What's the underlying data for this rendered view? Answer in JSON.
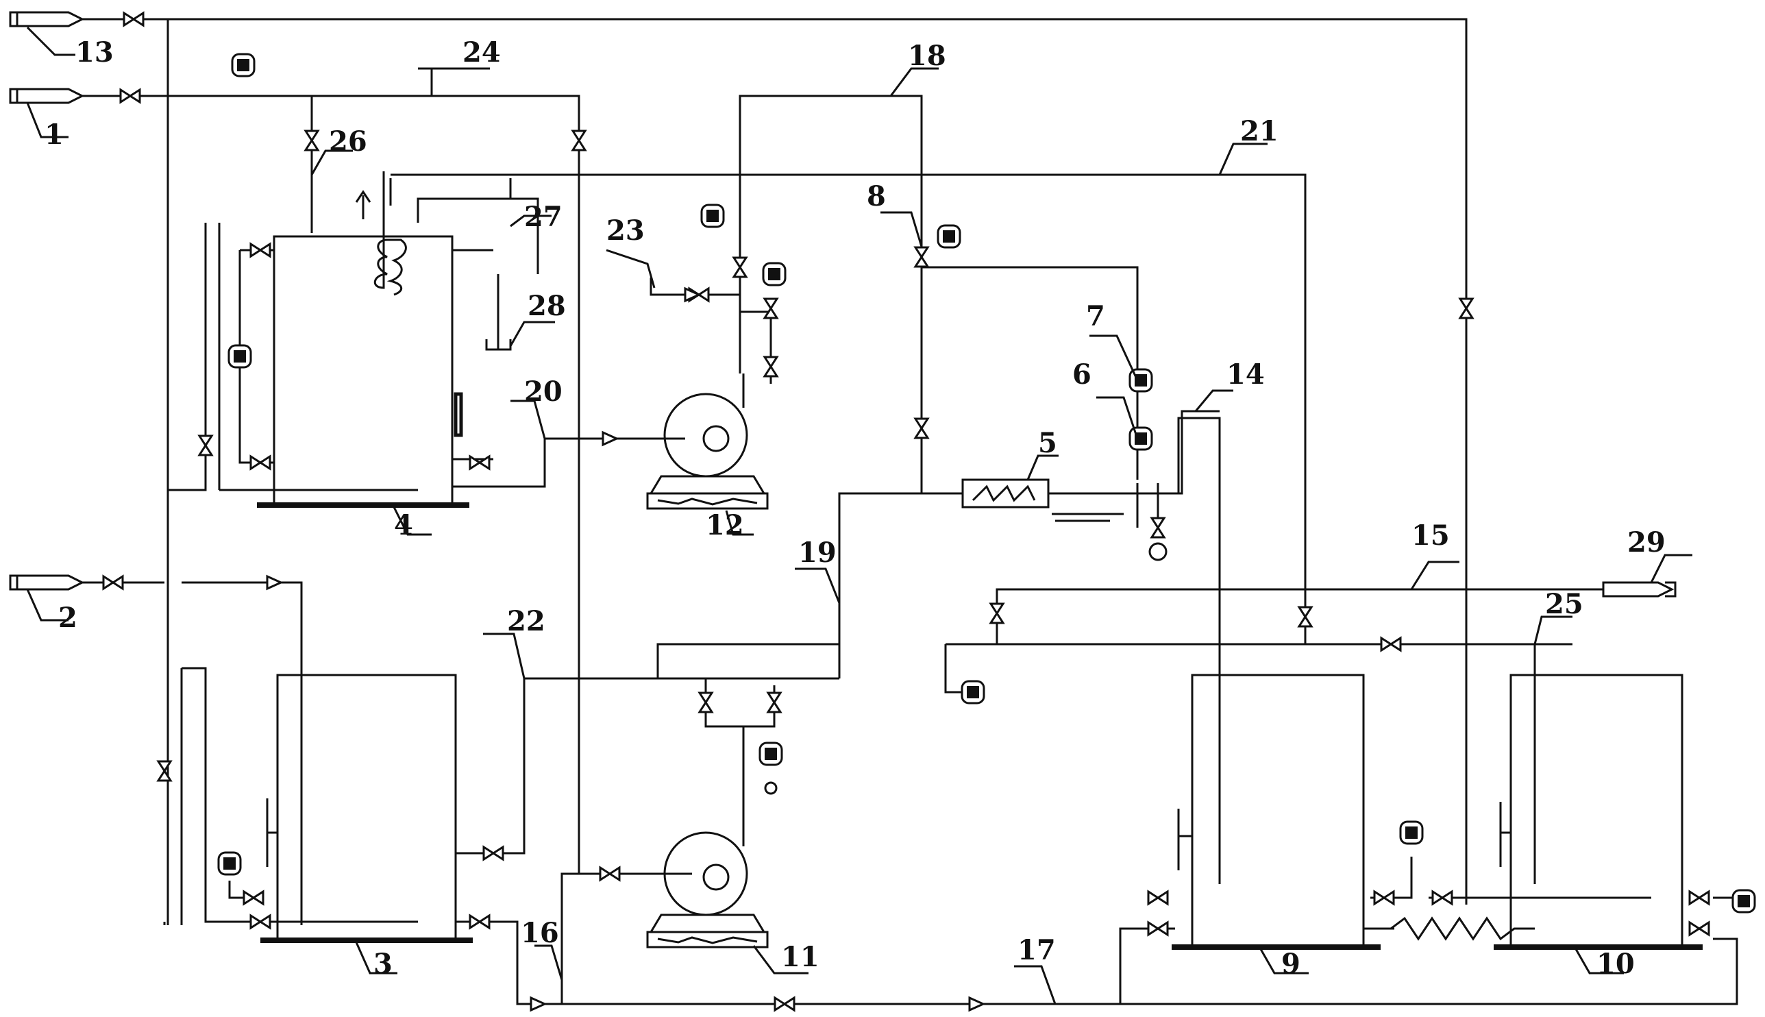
{
  "labels": {
    "l1": "1",
    "l2": "2",
    "l3": "3",
    "l4": "4",
    "l5": "5",
    "l6": "6",
    "l7": "7",
    "l8": "8",
    "l9": "9",
    "l10": "10",
    "l11": "11",
    "l12": "12",
    "l13": "13",
    "l14": "14",
    "l15": "15",
    "l16": "16",
    "l17": "17",
    "l18": "18",
    "l19": "19",
    "l20": "20",
    "l21": "21",
    "l22": "22",
    "l23": "23",
    "l24": "24",
    "l25": "25",
    "l26": "26",
    "l27": "27",
    "l28": "28",
    "l29": "29"
  },
  "colors": {
    "line": "#111111",
    "background": "#ffffff"
  }
}
